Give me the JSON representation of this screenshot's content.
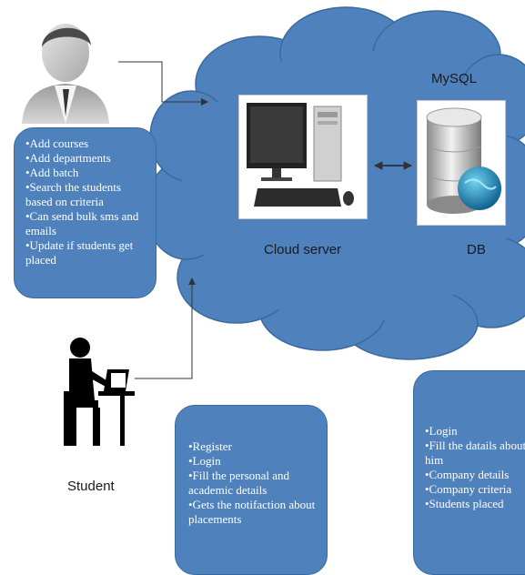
{
  "cloud": {
    "mysql_label": "MySQL",
    "server_label": "Cloud server",
    "db_label": "DB"
  },
  "admin": {
    "actions": [
      "•Add courses",
      "•Add departments",
      "•Add batch",
      "•Search the students based on criteria",
      "•Can send bulk sms and emails",
      "•Update if students get placed"
    ]
  },
  "student": {
    "label": "Student",
    "actions": [
      "•Register",
      "•Login",
      "•Fill the personal and academic details",
      "•Gets the notifaction about placements"
    ]
  },
  "company": {
    "actions": [
      "•Login",
      "•Fill  the datails about him",
      "•Company details",
      "•Company criteria",
      "•Students placed"
    ]
  },
  "colors": {
    "box_fill": "#4f81bd",
    "cloud_fill": "#4f81bd",
    "text_light": "#ffffff"
  }
}
